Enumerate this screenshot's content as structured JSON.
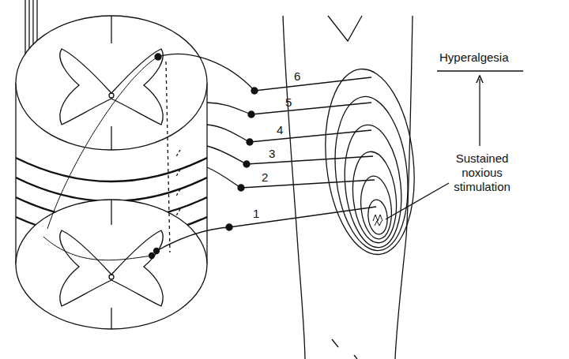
{
  "diagram": {
    "labels": [
      "6",
      "5",
      "4",
      "3",
      "2",
      "1",
      "Hyperalgesia",
      "Sustained noxious stimulation"
    ]
  }
}
